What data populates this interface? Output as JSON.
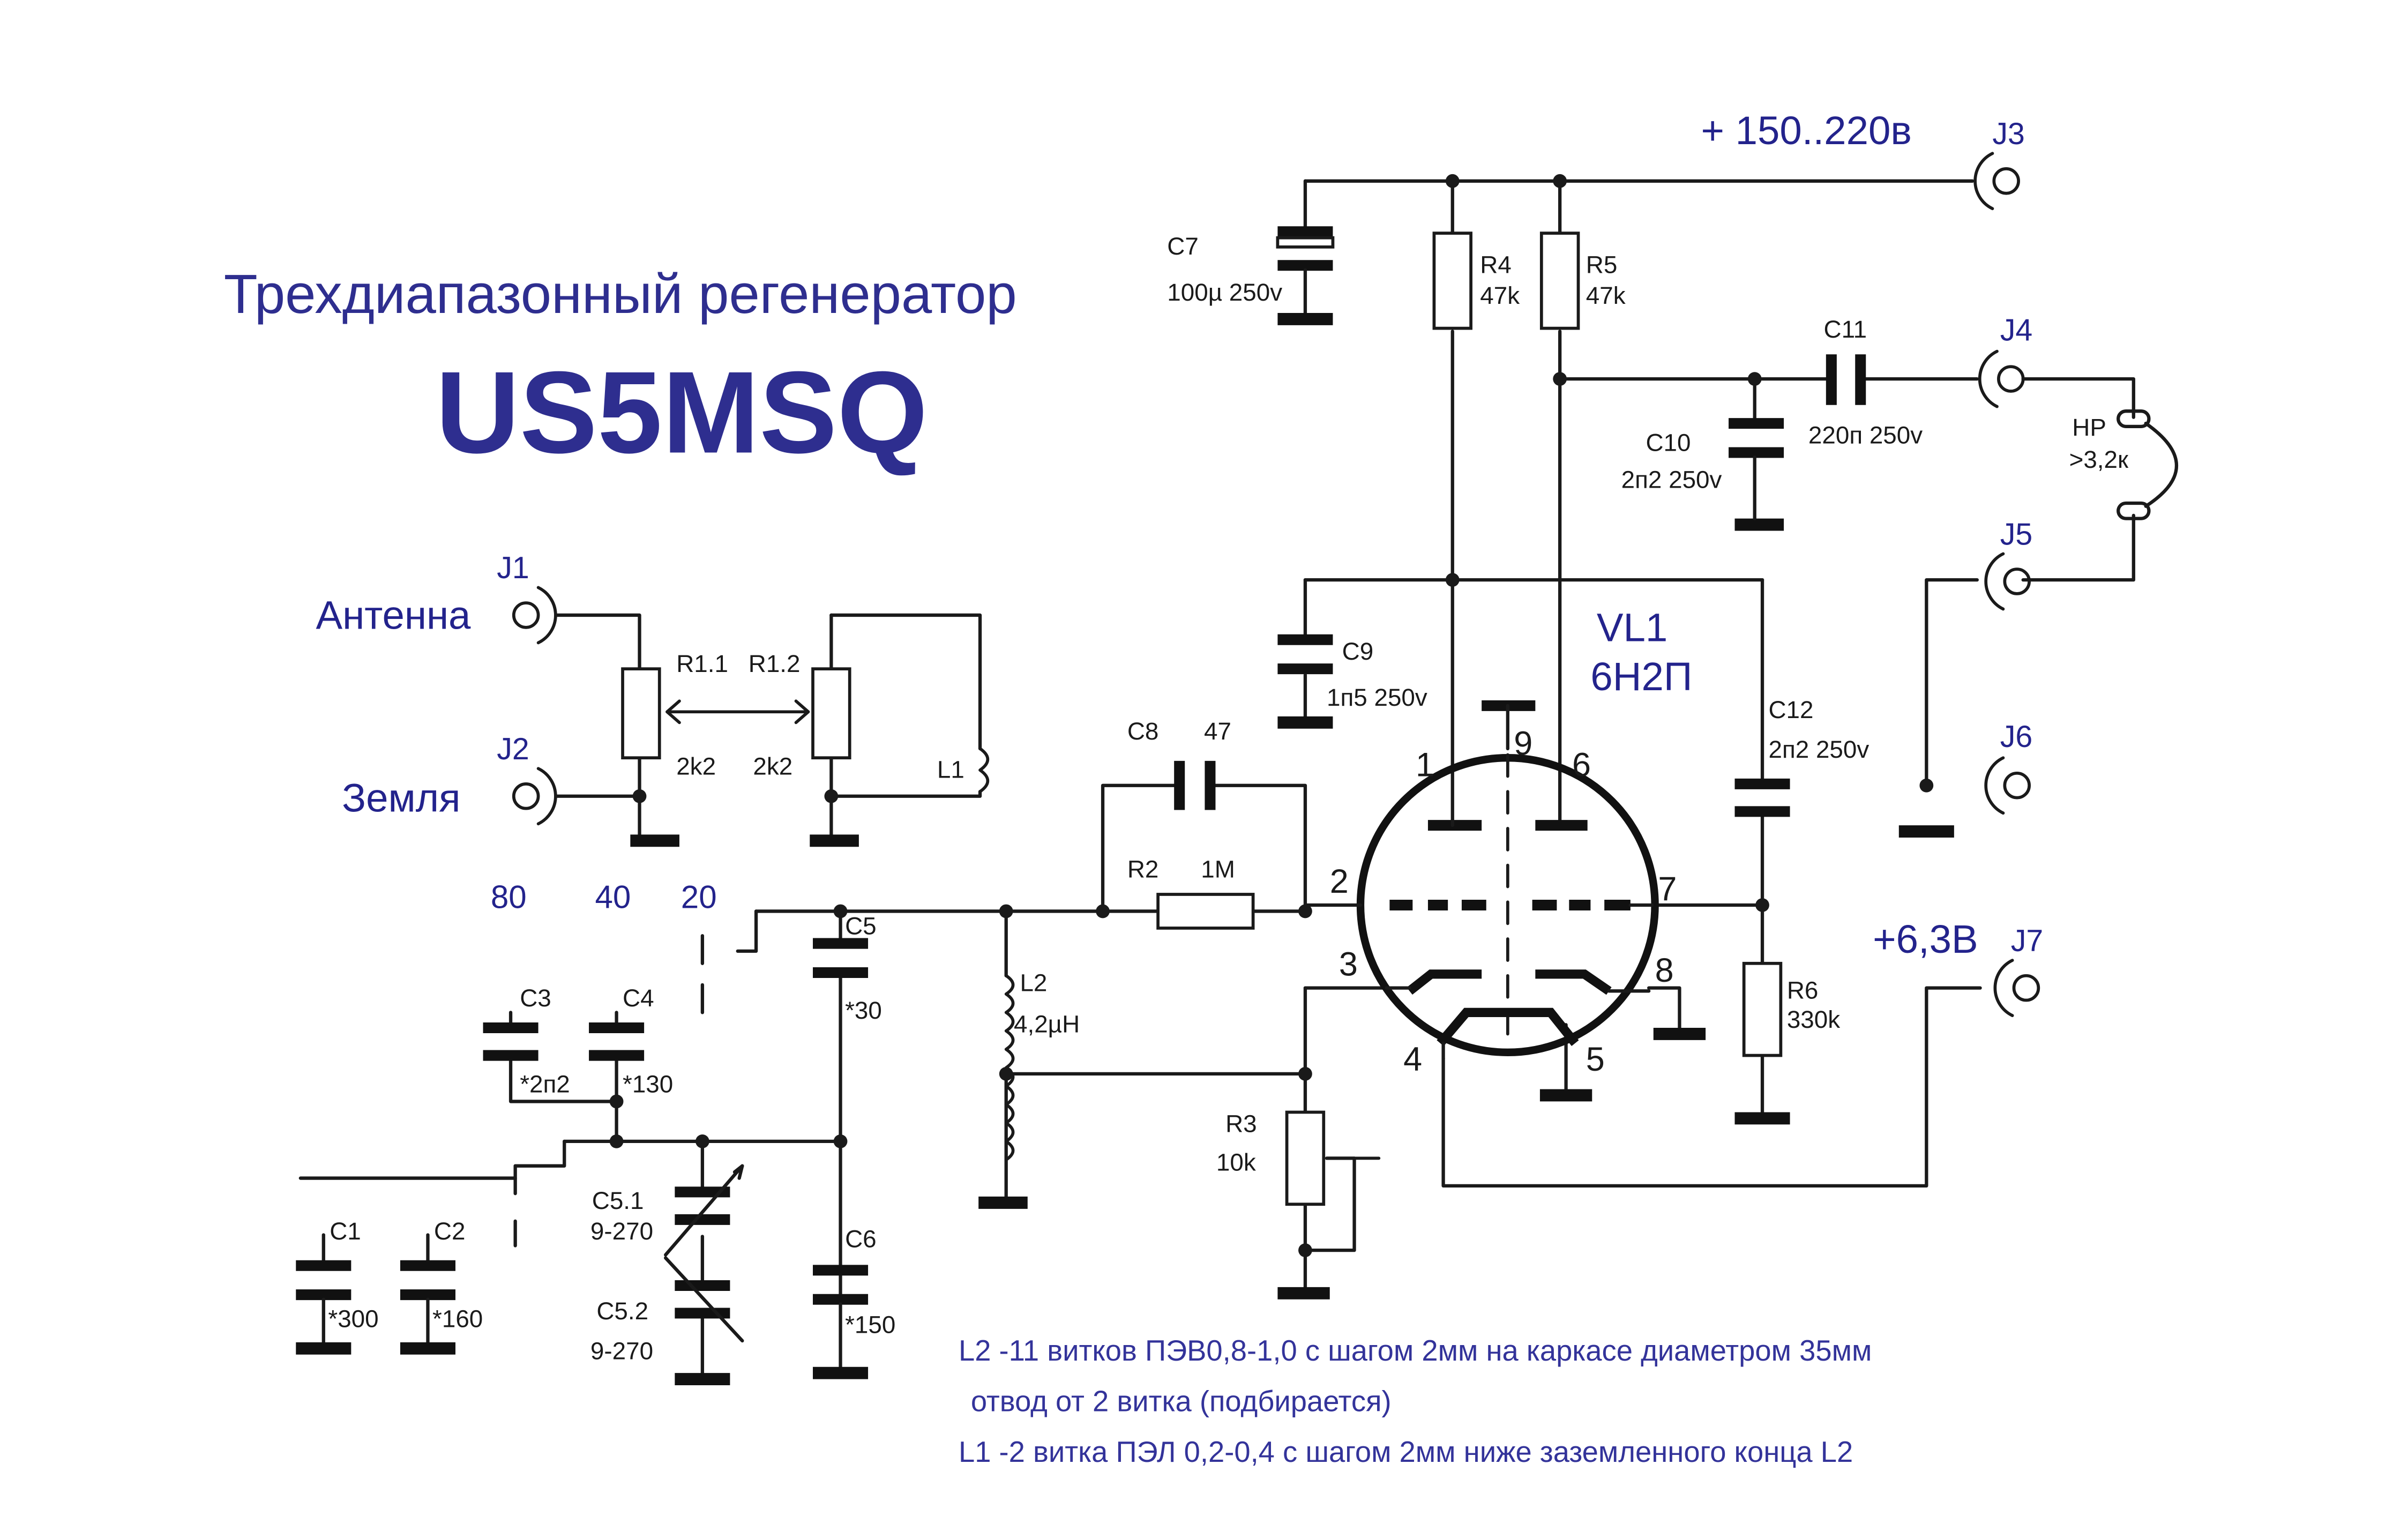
{
  "title": "Трехдиапазонный регенератор",
  "author": "US5MSQ",
  "connectors": {
    "j1": "J1",
    "j2": "J2",
    "j3": "J3",
    "j4": "J4",
    "j5": "J5",
    "j6": "J6",
    "j7": "J7",
    "antenna": "Антенна",
    "ground": "Земля",
    "supply": "+ 150..220в",
    "filament": "+6,3В"
  },
  "bands": {
    "b80": "80",
    "b40": "40",
    "b20": "20"
  },
  "components": {
    "c1": {
      "name": "C1",
      "value": "*300"
    },
    "c2": {
      "name": "C2",
      "value": "*160"
    },
    "c3": {
      "name": "C3",
      "value": "*2п2"
    },
    "c4": {
      "name": "C4",
      "value": "*130"
    },
    "c5": {
      "name": "C5",
      "value": "*30"
    },
    "c51": {
      "name": "C5.1",
      "value": "9-270"
    },
    "c52": {
      "name": "C5.2",
      "value": "9-270"
    },
    "c6": {
      "name": "C6",
      "value": "*150"
    },
    "c7": {
      "name": "C7",
      "value": "100µ 250v"
    },
    "c8": {
      "name": "C8",
      "value": "47"
    },
    "c9": {
      "name": "C9",
      "value": "1п5 250v"
    },
    "c10": {
      "name": "C10",
      "value": "2п2 250v"
    },
    "c11": {
      "name": "C11",
      "value": "220п 250v"
    },
    "c12": {
      "name": "C12",
      "value": "2п2 250v"
    },
    "r11": {
      "name": "R1.1",
      "value": "2k2"
    },
    "r12": {
      "name": "R1.2",
      "value": "2k2"
    },
    "r2": {
      "name": "R2",
      "value": "1M"
    },
    "r3": {
      "name": "R3",
      "value": "10k"
    },
    "r4": {
      "name": "R4",
      "value": "47k"
    },
    "r5": {
      "name": "R5",
      "value": "47k"
    },
    "r6": {
      "name": "R6",
      "value": "330k"
    },
    "l1": {
      "name": "L1"
    },
    "l2": {
      "name": "L2",
      "value": "4,2µH"
    },
    "hp": {
      "name": "HP",
      "value": ">3,2к"
    },
    "vl1": {
      "name": "VL1",
      "type": "6Н2П"
    }
  },
  "pins": {
    "p1": "1",
    "p2": "2",
    "p3": "3",
    "p4": "4",
    "p5": "5",
    "p6": "6",
    "p7": "7",
    "p8": "8",
    "p9": "9"
  },
  "notes": [
    "L2 -11 витков ПЭВ0,8-1,0 с шагом 2мм на каркасе диаметром 35мм",
    "отвод от 2 витка (подбирается)",
    "L1 -2 витка ПЭЛ 0,2-0,4 с шагом 2мм ниже заземленного конца L2"
  ],
  "colors": {
    "ink": "#1a1a1a",
    "title": "#2e2e8f",
    "note": "#33339a"
  }
}
